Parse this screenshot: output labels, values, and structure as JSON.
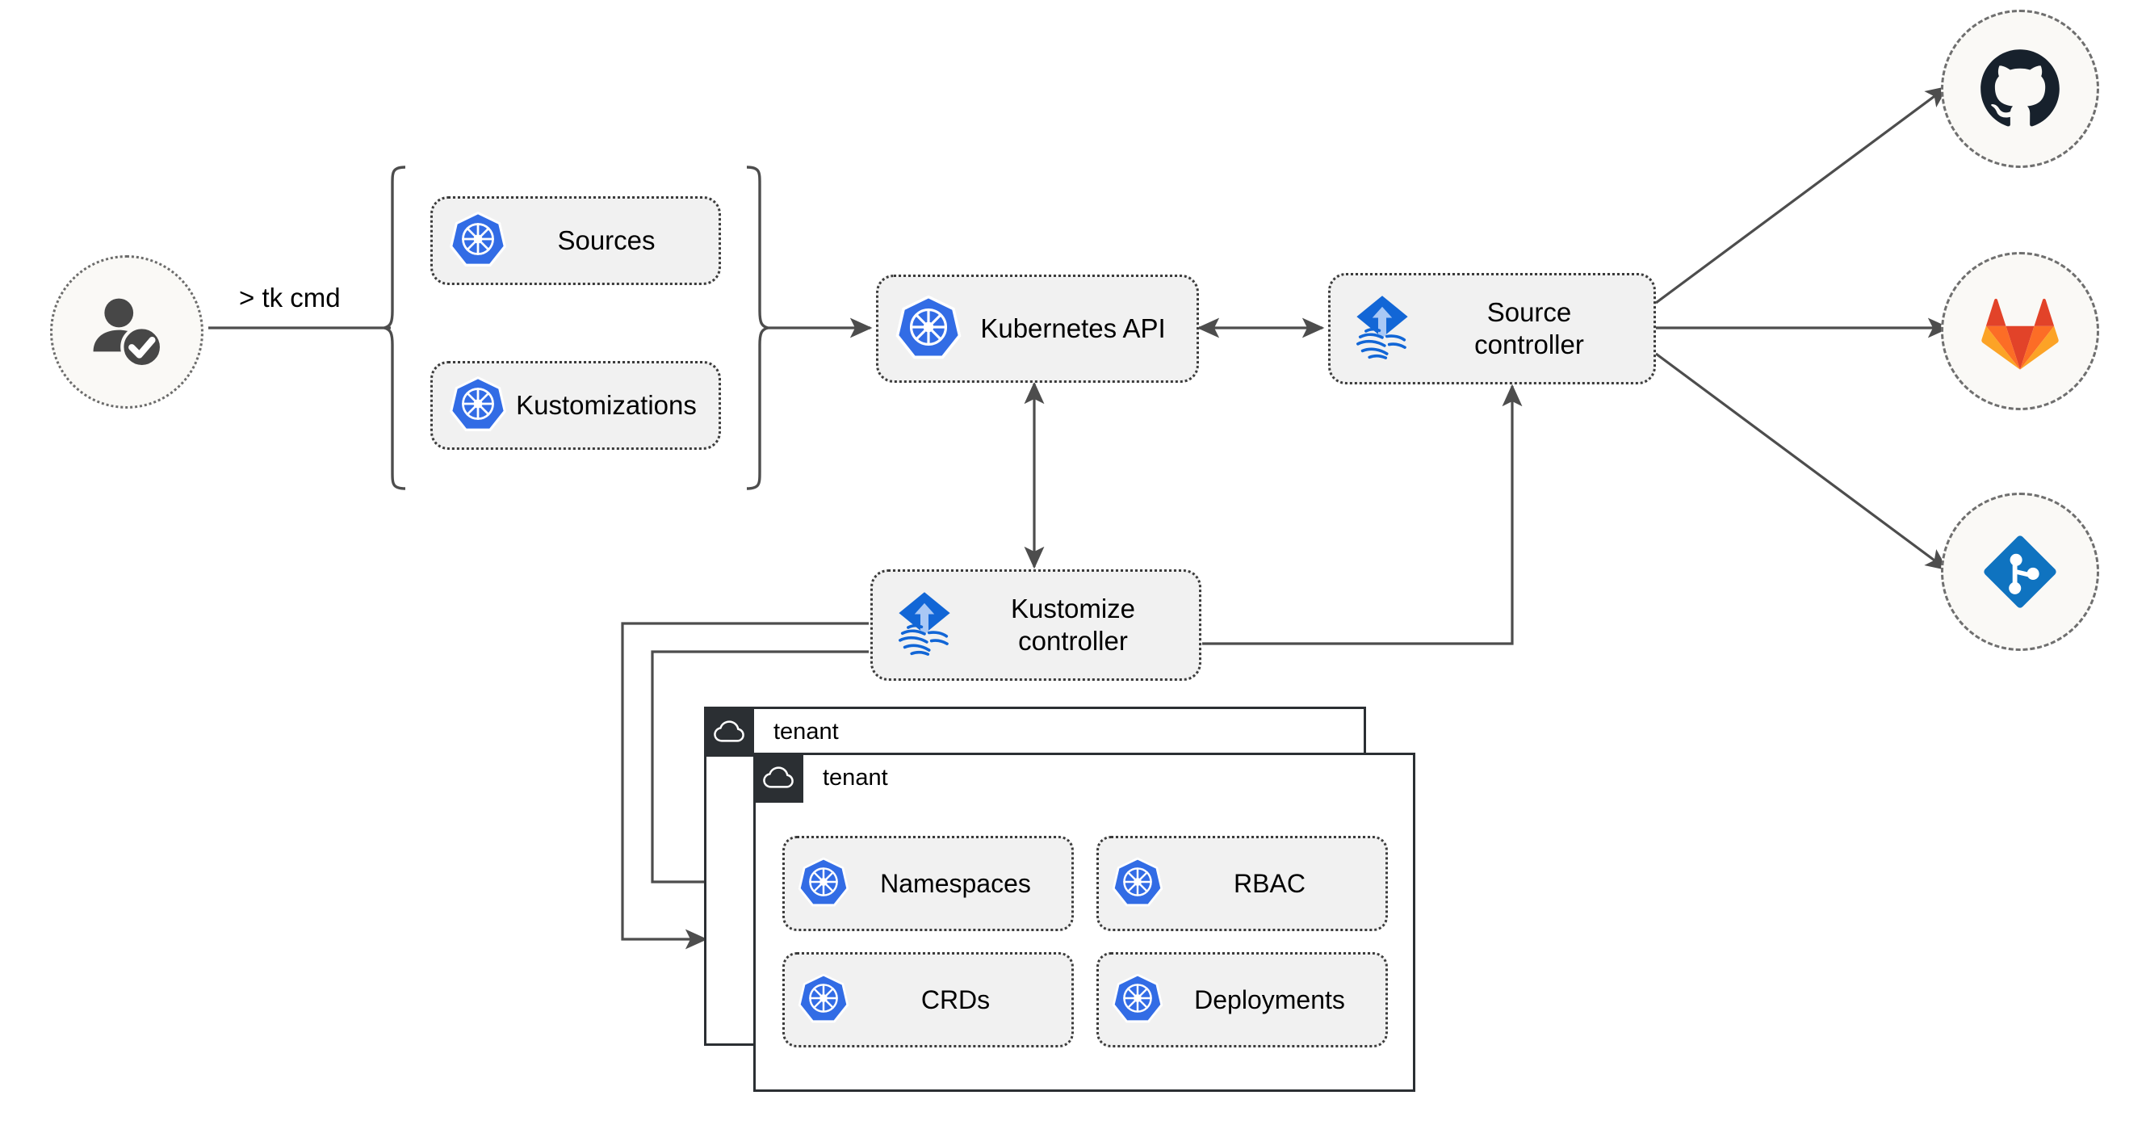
{
  "diagram": {
    "title": "Flux multi-tenancy GitOps architecture",
    "colors": {
      "kubernetes_blue": "#326ce5",
      "flux_blue": "#1266d6",
      "flux_arrow_light": "#a9c8f5",
      "github_dark": "#17212c",
      "gitlab_red": "#e24329",
      "gitlab_orange": "#fc6d26",
      "gitlab_light_orange": "#fca326",
      "azure_repos_blue": "#0f73c0",
      "node_fill": "#f1f1f1",
      "node_border": "#3b3b3b",
      "circle_fill": "#faf9f6",
      "wire": "#4d4d4d",
      "tenant_header": "#2b2f33"
    }
  },
  "actor": {
    "name": "authenticated-user",
    "icon": "user-check-icon"
  },
  "command": {
    "label": "> tk cmd"
  },
  "resources_group": {
    "items": [
      {
        "label": "Sources",
        "icon": "kubernetes-icon"
      },
      {
        "label": "Kustomizations",
        "icon": "kubernetes-icon"
      }
    ]
  },
  "nodes": {
    "kubernetes_api": {
      "label": "Kubernetes API",
      "icon": "kubernetes-icon"
    },
    "source_controller": {
      "label": "Source\ncontroller",
      "icon": "flux-icon"
    },
    "kustomize_controller": {
      "label": "Kustomize\ncontroller",
      "icon": "flux-icon"
    }
  },
  "providers": [
    {
      "name": "github",
      "icon": "github-icon"
    },
    {
      "name": "gitlab",
      "icon": "gitlab-icon"
    },
    {
      "name": "azure-repos",
      "icon": "azure-repos-icon"
    }
  ],
  "tenants": [
    {
      "title": "tenant",
      "icon": "cloud-icon",
      "resources": []
    },
    {
      "title": "tenant",
      "icon": "cloud-icon",
      "resources": [
        {
          "label": "Namespaces",
          "icon": "kubernetes-icon"
        },
        {
          "label": "RBAC",
          "icon": "kubernetes-icon"
        },
        {
          "label": "CRDs",
          "icon": "kubernetes-icon"
        },
        {
          "label": "Deployments",
          "icon": "kubernetes-icon"
        }
      ]
    }
  ]
}
